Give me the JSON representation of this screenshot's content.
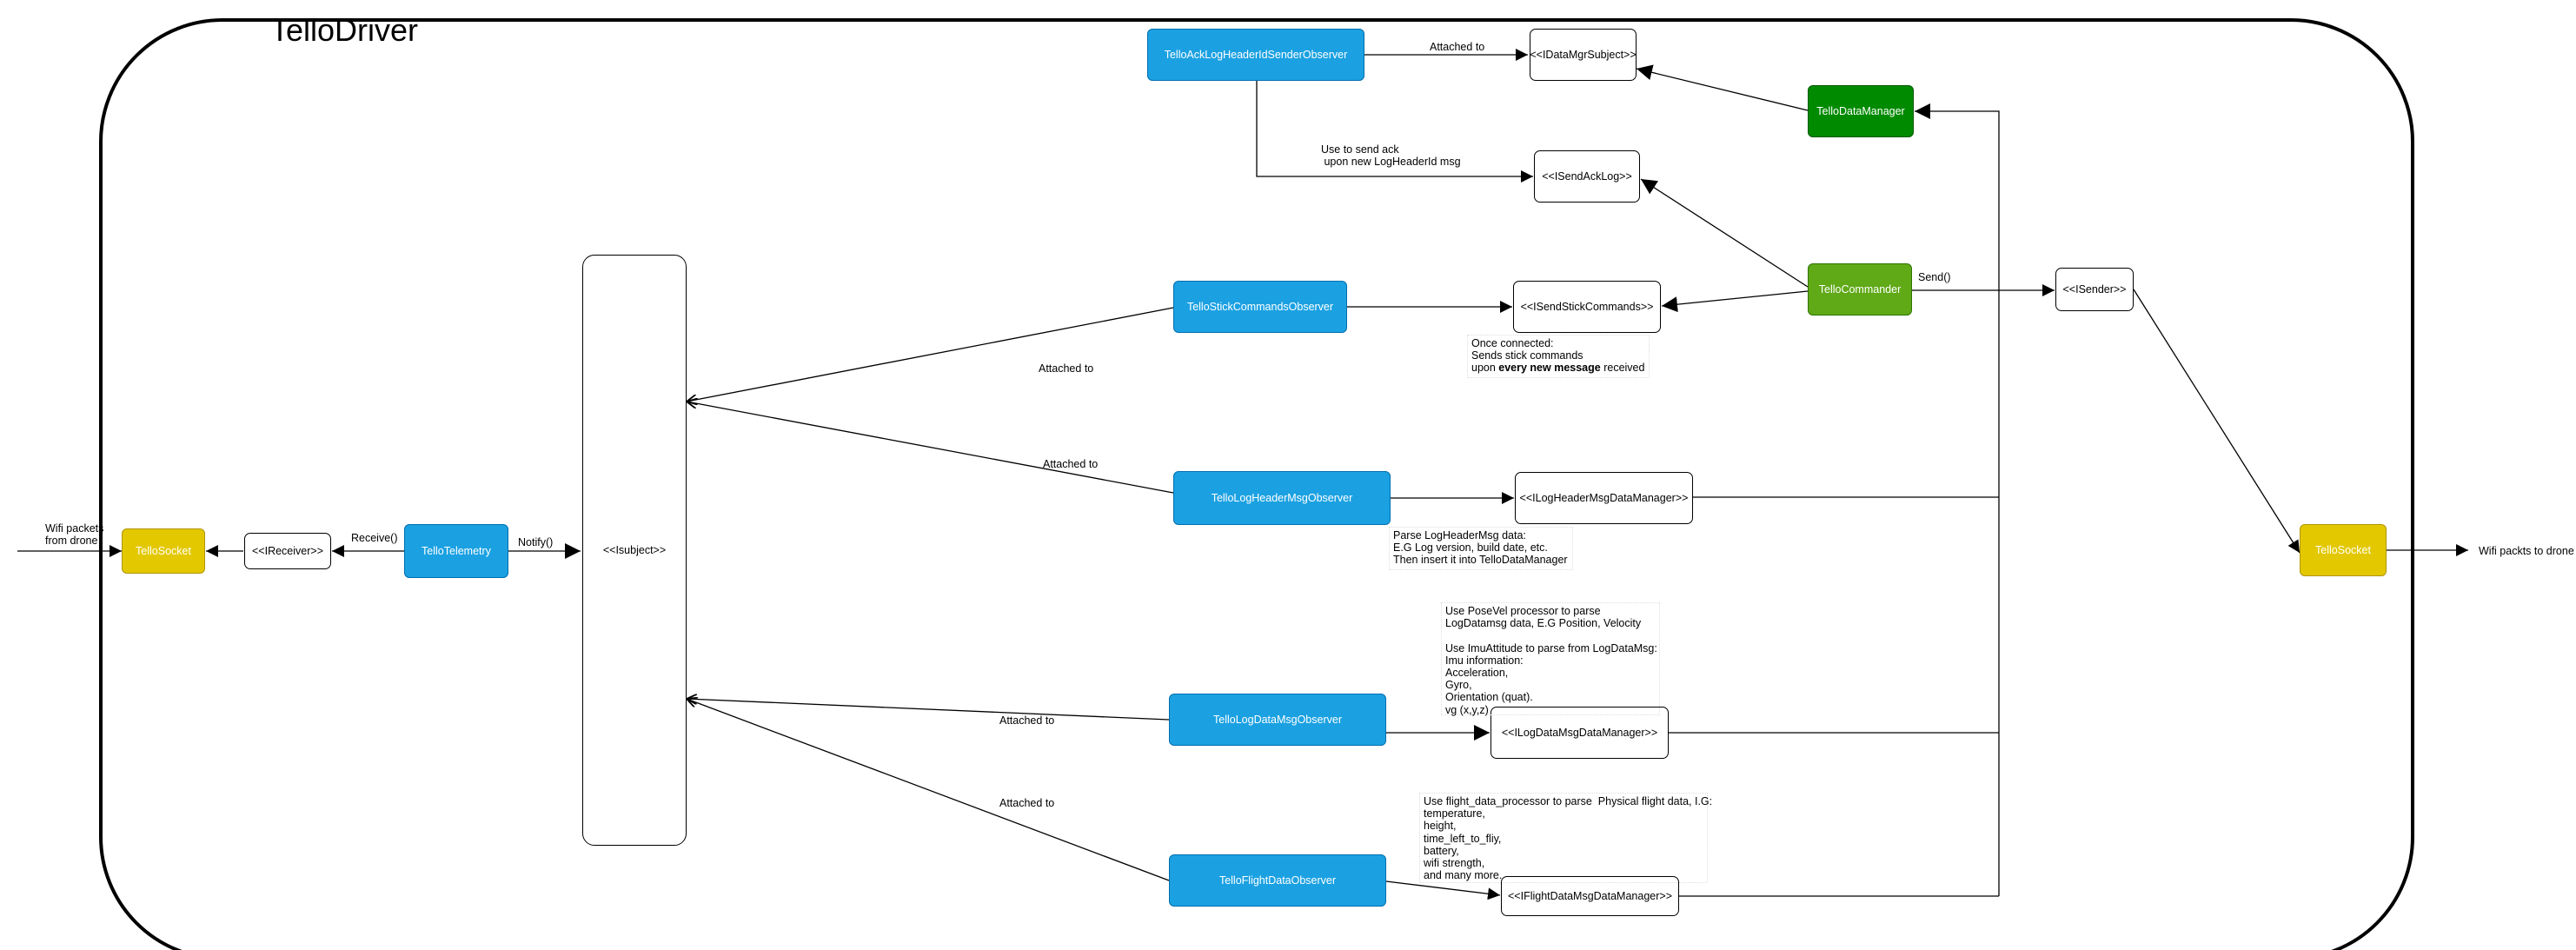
{
  "title": "TelloDriver",
  "nodes": {
    "ack_observer": "TelloAckLogHeaderIdSenderObserver",
    "data_mgr_subject": "<<IDataMgrSubject>>",
    "data_manager": "TelloDataManager",
    "send_ack_log": "<<ISendAckLog>>",
    "stick_observer": "TelloStickCommandsObserver",
    "send_stick": "<<ISendStickCommands>>",
    "commander": "TelloCommander",
    "isender": "<<ISender>>",
    "isubject": "<<Isubject>>",
    "log_header_observer": "TelloLogHeaderMsgObserver",
    "log_header_mgr": "<<ILogHeaderMsgDataManager>>",
    "socket_left": "TelloSocket",
    "ireceiver": "<<IReceiver>>",
    "telemetry": "TelloTelemetry",
    "socket_right": "TelloSocket",
    "log_data_observer": "TelloLogDataMsgObserver",
    "log_data_mgr": "<<ILogDataMsgDataManager>>",
    "flight_observer": "TelloFlightDataObserver",
    "flight_mgr": "<<IFlightDataMsgDataManager>>"
  },
  "labels": {
    "attached_to_top": "Attached to",
    "use_to_send_ack": "Use to send ack\n upon new LogHeaderId msg",
    "send": "Send()",
    "attached_to_stick": "Attached to",
    "attached_to_header": "Attached to",
    "attached_to_logdata": "Attached to",
    "attached_to_flight": "Attached to",
    "wifi_in": "Wifi packets\nfrom drone",
    "receive": "Receive()",
    "notify": "Notify()",
    "wifi_out": "Wifi packts to drone"
  },
  "notes": {
    "stick_note_prefix": "Once connected:\nSends stick commands\nupon ",
    "stick_note_bold": "every new message",
    "stick_note_suffix": " received",
    "header_note": "Parse LogHeaderMsg data:\nE.G Log version, build date, etc.\nThen insert it into TelloDataManager",
    "logdata_note": "Use PoseVel processor to parse\nLogDatamsg data, E.G Position, Velocity\n\nUse ImuAttitude to parse from LogDataMsg:\nImu information:\nAcceleration,\nGyro,\nOrientation (quat).\nvg (x,y,z)",
    "flight_note": "Use flight_data_processor to parse  Physical flight data, I.G:\ntemperature,\nheight,\ntime_left_to_fliy,\nbattery,\nwifi strength,\nand many more."
  },
  "colors": {
    "blue": "#1ba1e2",
    "yellow": "#e3c800",
    "green_dark": "#008a00",
    "green_light": "#60a917",
    "line": "#000000"
  }
}
